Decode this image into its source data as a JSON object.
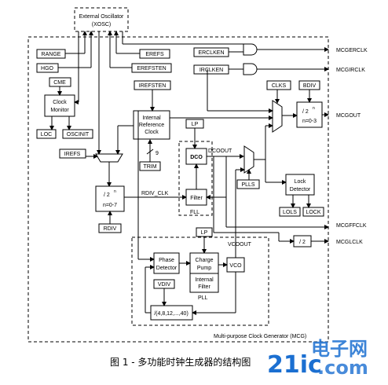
{
  "oscillator": {
    "title": "External Oscillator",
    "sub": "(XOSC)"
  },
  "inputs": {
    "range": "RANGE",
    "hgo": "HGO",
    "cme": "CME",
    "erefs": "EREFS",
    "erefsten": "EREFSTEN",
    "erclken": "ERCLKEN",
    "irclken": "IRCLKEN",
    "irefsten": "IREFSTEN",
    "irefs": "IREFS",
    "lp1": "LP",
    "lp2": "LP",
    "trim": "TRIM",
    "trim_bits": "9",
    "bdiv": "BDIV",
    "rdiv": "RDIV",
    "vdiv": "VDIV",
    "clks": "CLKS",
    "plls": "PLLS"
  },
  "clock_monitor": {
    "l1": "Clock",
    "l2": "Monitor"
  },
  "status": {
    "loc": "LOC",
    "oscinit": "OSCINIT",
    "lols": "LOLS",
    "lock": "LOCK"
  },
  "irc": {
    "l1": "Internal",
    "l2": "Reference",
    "l3": "Clock"
  },
  "fll": {
    "dco": "DCO",
    "filter": "Filter",
    "label": "FLL",
    "dcoout": "DCOOUT"
  },
  "rdiv_block": {
    "div": "/ 2",
    "exp": "n",
    "range": "n=0-7",
    "out": "RDIV_CLK"
  },
  "bdiv_block": {
    "div": "/ 2",
    "exp": "n",
    "range": "n=0-3"
  },
  "lock_detector": {
    "l1": "Lock",
    "l2": "Detector"
  },
  "pll": {
    "phase1": "Phase",
    "phase2": "Detector",
    "charge1": "Charge",
    "charge2": "Pump",
    "vco": "VCO",
    "vcoout": "VCOOUT",
    "if1": "Internal",
    "if2": "Filter",
    "label": "PLL",
    "divider": "/(4,8,12,...,40)"
  },
  "div2": "/ 2",
  "outputs": {
    "mcgerclk": "MCGERCLK",
    "mcgirclk": "MCGIRCLK",
    "mcgout": "MCGOUT",
    "mcgffclk": "MCGFFCLK",
    "mcglclk": "MCGLCLK"
  },
  "mcg_label": "Multi-purpose Clock Generator (MCG)",
  "caption": "图 1 - 多功能时钟生成器的结构图",
  "watermark": {
    "a": "21ic",
    "b": ".com",
    "c": "电子网"
  }
}
